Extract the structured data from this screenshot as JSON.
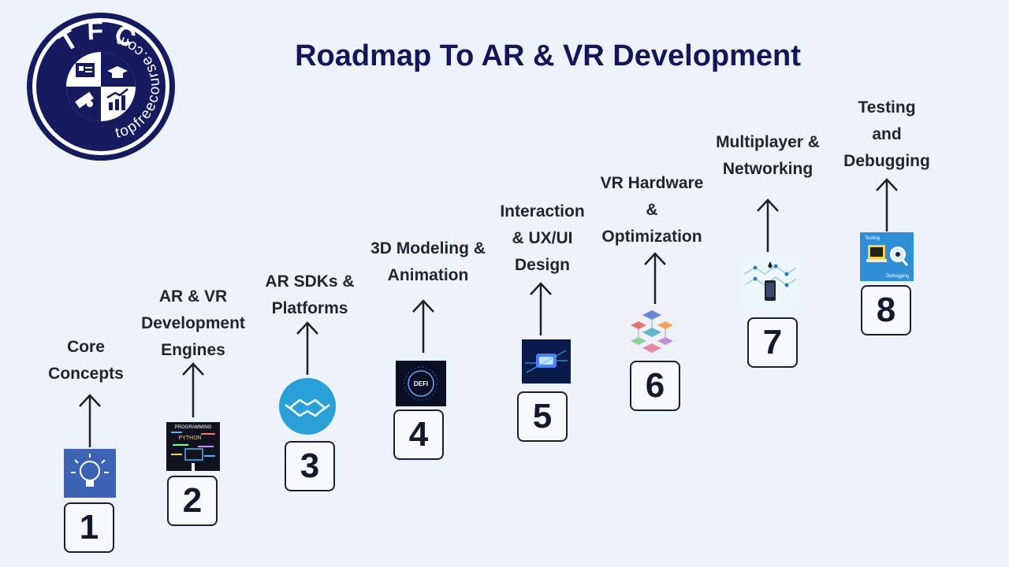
{
  "title": "Roadmap To AR & VR Development",
  "logo": {
    "initials": "TFC",
    "site": "topfreecourse.com"
  },
  "colors": {
    "navy": "#161a5e",
    "background": "#eef3fb",
    "text": "#1f2430"
  },
  "steps": [
    {
      "number": "1",
      "lines": [
        "Core",
        "Concepts"
      ],
      "icon": "lightbulb-icon"
    },
    {
      "number": "2",
      "lines": [
        "AR & VR",
        "Development",
        "Engines"
      ],
      "icon": "programming-languages-icon"
    },
    {
      "number": "3",
      "lines": [
        "AR SDKs &",
        "Platforms"
      ],
      "icon": "handshake-icon"
    },
    {
      "number": "4",
      "lines": [
        "3D Modeling &",
        "Animation"
      ],
      "icon": "defi-chip-icon"
    },
    {
      "number": "5",
      "lines": [
        "Interaction",
        "& UX/UI",
        "Design"
      ],
      "icon": "glowing-chip-icon"
    },
    {
      "number": "6",
      "lines": [
        "VR Hardware",
        "&",
        "Optimization"
      ],
      "icon": "isometric-network-icon"
    },
    {
      "number": "7",
      "lines": [
        "Multiplayer &",
        "Networking"
      ],
      "icon": "network-phone-icon"
    },
    {
      "number": "8",
      "lines": [
        "Testing",
        "and",
        "Debugging"
      ],
      "icon": "testing-debugging-icon"
    }
  ],
  "thumb_texts": {
    "programming": "PROGRAMMING",
    "python": "PYTHON",
    "defi": "DEFI",
    "testing": "Testing",
    "debugging": "Debugging"
  }
}
